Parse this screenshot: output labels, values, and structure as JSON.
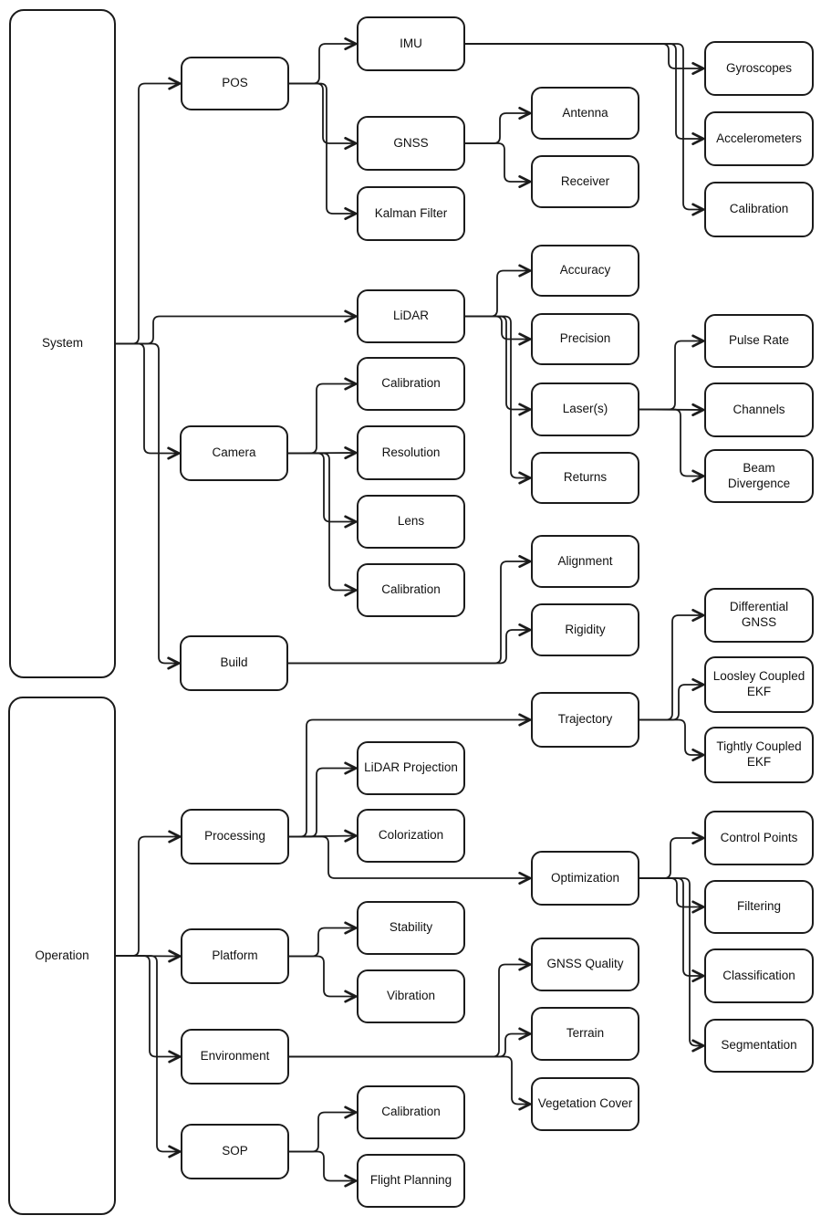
{
  "diagram": {
    "type": "hierarchy-flowchart",
    "colors": {
      "background": "#ffffff",
      "box_fill": "#ffffff",
      "box_border": "#1b1b1b",
      "line": "#1b1b1b",
      "text": "#111111"
    },
    "nodes": {
      "system": {
        "label": "System"
      },
      "operation": {
        "label": "Operation"
      },
      "pos": {
        "label": "POS"
      },
      "camera": {
        "label": "Camera"
      },
      "build": {
        "label": "Build"
      },
      "processing": {
        "label": "Processing"
      },
      "platform": {
        "label": "Platform"
      },
      "environment": {
        "label": "Environment"
      },
      "sop": {
        "label": "SOP"
      },
      "imu": {
        "label": "IMU"
      },
      "gnss": {
        "label": "GNSS"
      },
      "kalman": {
        "label": "Kalman Filter"
      },
      "antenna": {
        "label": "Antenna"
      },
      "receiver": {
        "label": "Receiver"
      },
      "gyroscopes": {
        "label": "Gyroscopes"
      },
      "accelerometers": {
        "label": "Accelerometers"
      },
      "calibration_imu": {
        "label": "Calibration"
      },
      "lidar": {
        "label": "LiDAR"
      },
      "accuracy": {
        "label": "Accuracy"
      },
      "precision": {
        "label": "Precision"
      },
      "lasers": {
        "label": "Laser(s)"
      },
      "returns": {
        "label": "Returns"
      },
      "pulse_rate": {
        "label": "Pulse Rate"
      },
      "channels": {
        "label": "Channels"
      },
      "beam_divergence": {
        "label": "Beam Divergence"
      },
      "calibration_cam1": {
        "label": "Calibration"
      },
      "resolution": {
        "label": "Resolution"
      },
      "lens": {
        "label": "Lens"
      },
      "calibration_cam2": {
        "label": "Calibration"
      },
      "alignment": {
        "label": "Alignment"
      },
      "rigidity": {
        "label": "Rigidity"
      },
      "trajectory": {
        "label": "Trajectory"
      },
      "diff_gnss": {
        "label": "Differential GNSS"
      },
      "loosely_ekf": {
        "label": "Loosley Coupled EKF"
      },
      "tightly_ekf": {
        "label": "Tightly Coupled EKF"
      },
      "lidar_projection": {
        "label": "LiDAR Projection"
      },
      "colorization": {
        "label": "Colorization"
      },
      "optimization": {
        "label": "Optimization"
      },
      "control_points": {
        "label": "Control Points"
      },
      "filtering": {
        "label": "Filtering"
      },
      "classification": {
        "label": "Classification"
      },
      "segmentation": {
        "label": "Segmentation"
      },
      "stability": {
        "label": "Stability"
      },
      "vibration": {
        "label": "Vibration"
      },
      "gnss_quality": {
        "label": "GNSS Quality"
      },
      "terrain": {
        "label": "Terrain"
      },
      "vegetation_cover": {
        "label": "Vegetation Cover"
      },
      "calibration_sop": {
        "label": "Calibration"
      },
      "flight_planning": {
        "label": "Flight Planning"
      }
    },
    "edges": [
      {
        "from": "system",
        "to": "pos",
        "via": 152
      },
      {
        "from": "system",
        "to": "lidar",
        "via": 168
      },
      {
        "from": "system",
        "to": "camera",
        "via": 158
      },
      {
        "from": "system",
        "to": "build",
        "via": 174
      },
      {
        "from": "operation",
        "to": "processing",
        "via": 152
      },
      {
        "from": "operation",
        "to": "platform",
        "via": null
      },
      {
        "from": "operation",
        "to": "environment",
        "via": 164
      },
      {
        "from": "operation",
        "to": "sop",
        "via": 172
      },
      {
        "from": "pos",
        "to": "imu",
        "via": 350
      },
      {
        "from": "pos",
        "to": "gnss",
        "via": 354
      },
      {
        "from": "pos",
        "to": "kalman",
        "via": 358
      },
      {
        "from": "imu",
        "to": "gyroscopes",
        "via": 733
      },
      {
        "from": "imu",
        "to": "accelerometers",
        "via": 741
      },
      {
        "from": "imu",
        "to": "calibration_imu",
        "via": 749
      },
      {
        "from": "gnss",
        "to": "antenna",
        "via": 548
      },
      {
        "from": "gnss",
        "to": "receiver",
        "via": 553
      },
      {
        "from": "lidar",
        "to": "accuracy",
        "via": 545
      },
      {
        "from": "lidar",
        "to": "precision",
        "via": 550
      },
      {
        "from": "lidar",
        "to": "lasers",
        "via": 555
      },
      {
        "from": "lidar",
        "to": "returns",
        "via": 560
      },
      {
        "from": "lasers",
        "to": "pulse_rate",
        "via": 740
      },
      {
        "from": "lasers",
        "to": "channels",
        "via": null
      },
      {
        "from": "lasers",
        "to": "beam_divergence",
        "via": 746
      },
      {
        "from": "camera",
        "to": "calibration_cam1",
        "via": 347
      },
      {
        "from": "camera",
        "to": "resolution",
        "via": null
      },
      {
        "from": "camera",
        "to": "lens",
        "via": 355
      },
      {
        "from": "camera",
        "to": "calibration_cam2",
        "via": 361
      },
      {
        "from": "build",
        "to": "alignment",
        "via": 549
      },
      {
        "from": "build",
        "to": "rigidity",
        "via": 555
      },
      {
        "from": "processing",
        "to": "lidar_projection",
        "via": 347
      },
      {
        "from": "processing",
        "to": "colorization",
        "via": null
      },
      {
        "from": "processing",
        "to": "trajectory",
        "via": 336
      },
      {
        "from": "processing",
        "to": "optimization",
        "via": 360
      },
      {
        "from": "trajectory",
        "to": "diff_gnss",
        "via": 737
      },
      {
        "from": "trajectory",
        "to": "loosely_ekf",
        "via": 744
      },
      {
        "from": "trajectory",
        "to": "tightly_ekf",
        "via": 751
      },
      {
        "from": "optimization",
        "to": "control_points",
        "via": 735
      },
      {
        "from": "optimization",
        "to": "filtering",
        "via": 742
      },
      {
        "from": "optimization",
        "to": "classification",
        "via": 749
      },
      {
        "from": "optimization",
        "to": "segmentation",
        "via": 756
      },
      {
        "from": "platform",
        "to": "stability",
        "via": 349
      },
      {
        "from": "platform",
        "to": "vibration",
        "via": 355
      },
      {
        "from": "environment",
        "to": "gnss_quality",
        "via": 547
      },
      {
        "from": "environment",
        "to": "terrain",
        "via": 554
      },
      {
        "from": "environment",
        "to": "vegetation_cover",
        "via": 561
      },
      {
        "from": "sop",
        "to": "calibration_sop",
        "via": 349
      },
      {
        "from": "sop",
        "to": "flight_planning",
        "via": 355
      }
    ]
  }
}
